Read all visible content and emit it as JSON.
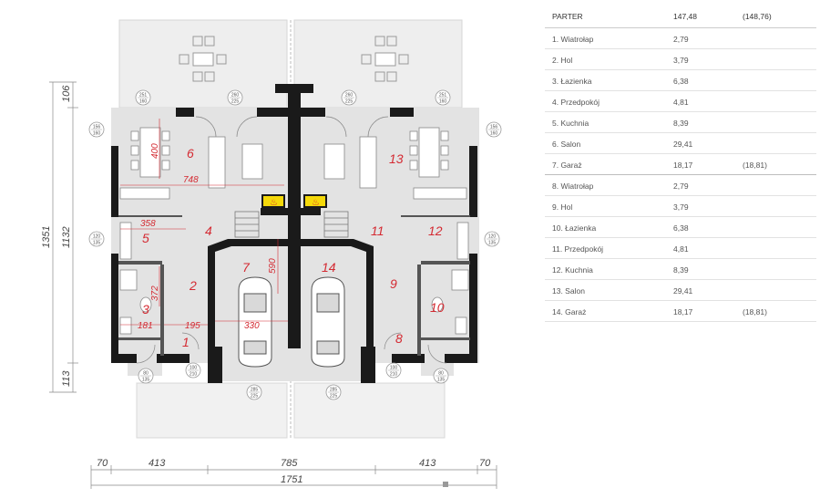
{
  "table": {
    "header": {
      "name": "PARTER",
      "area": "147,48",
      "area_alt": "(148,76)"
    },
    "rows": [
      {
        "name": "1. Wiatrołap",
        "area": "2,79",
        "alt": ""
      },
      {
        "name": "2. Hol",
        "area": "3,79",
        "alt": ""
      },
      {
        "name": "3. Łazienka",
        "area": "6,38",
        "alt": ""
      },
      {
        "name": "4. Przedpokój",
        "area": "4,81",
        "alt": ""
      },
      {
        "name": "5. Kuchnia",
        "area": "8,39",
        "alt": ""
      },
      {
        "name": "6. Salon",
        "area": "29,41",
        "alt": ""
      },
      {
        "name": "7. Garaż",
        "area": "18,17",
        "alt": "(18,81)"
      },
      {
        "name": "8. Wiatrołap",
        "area": "2,79",
        "alt": ""
      },
      {
        "name": "9. Hol",
        "area": "3,79",
        "alt": ""
      },
      {
        "name": "10. Łazienka",
        "area": "6,38",
        "alt": ""
      },
      {
        "name": "11. Przedpokój",
        "area": "4,81",
        "alt": ""
      },
      {
        "name": "12. Kuchnia",
        "area": "8,39",
        "alt": ""
      },
      {
        "name": "13. Salon",
        "area": "29,41",
        "alt": ""
      },
      {
        "name": "14. Garaż",
        "area": "18,17",
        "alt": "(18,81)"
      }
    ]
  },
  "plan": {
    "room_numbers": [
      "1",
      "2",
      "3",
      "4",
      "5",
      "6",
      "7",
      "8",
      "9",
      "10",
      "11",
      "12",
      "13",
      "14"
    ],
    "interior_dims": {
      "d400": "400",
      "d748": "748",
      "d358": "358",
      "d372": "372",
      "d181": "181",
      "d195": "195",
      "d330": "330",
      "d590": "590"
    },
    "outer_dims": {
      "left_total": "1351",
      "left_main": "1132",
      "left_top": "106",
      "left_bottom": "113",
      "bottom_total": "1751",
      "bottom_a": "70",
      "bottom_b": "413",
      "bottom_c": "785",
      "bottom_d": "413",
      "bottom_e": "70"
    },
    "window_labels": [
      {
        "top": "251",
        "bottom": "160"
      },
      {
        "top": "260",
        "bottom": "225"
      },
      {
        "top": "260",
        "bottom": "225"
      },
      {
        "top": "251",
        "bottom": "160"
      },
      {
        "top": "156",
        "bottom": "160"
      },
      {
        "top": "156",
        "bottom": "160"
      },
      {
        "top": "120",
        "bottom": "135"
      },
      {
        "top": "120",
        "bottom": "135"
      },
      {
        "top": "100",
        "bottom": "210"
      },
      {
        "top": "100",
        "bottom": "210"
      },
      {
        "top": "80",
        "bottom": "135"
      },
      {
        "top": "80",
        "bottom": "135"
      },
      {
        "top": "285",
        "bottom": "225"
      },
      {
        "top": "285",
        "bottom": "225"
      }
    ],
    "colors": {
      "wall": "#1a1a1a",
      "floor": "#e3e3e3",
      "terrace": "#eeeeee",
      "accent_red": "#d42a32",
      "fire": "#f5d90a"
    }
  }
}
